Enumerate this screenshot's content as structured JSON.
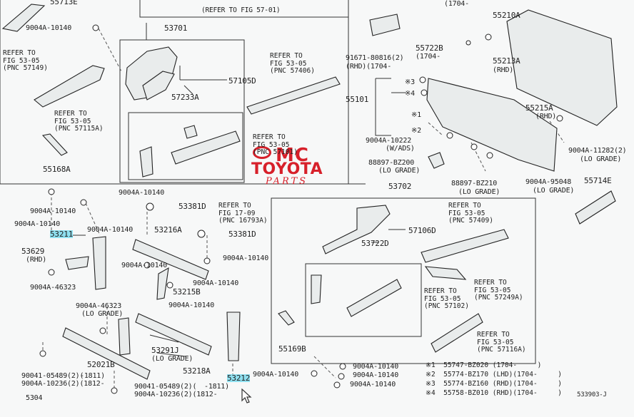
{
  "header": {
    "refer_top": "(REFER TO FIG 57-01)",
    "top_left_part": "55713E",
    "top_right_part": "(1704-"
  },
  "logo": {
    "line1": "MC",
    "line2": "TOYOTA",
    "line3": "PARTS"
  },
  "labels": {
    "p9004a_top": "9004A-10140",
    "p53701": "53701",
    "p57105d": "57105D",
    "p57233a": "57233A",
    "p55168a": "55168A",
    "p55210a": "55210A",
    "p55722b": "55722B",
    "p55722b_note": "(1704-",
    "p55213a": "55213A",
    "p55213a_note": "(RHD)",
    "p91671": "91671-80816(2)",
    "p91671_note": "(RHD)(1704-",
    "p55101": "55101",
    "p55215a": "55215A",
    "p55215a_note": "(RHD)",
    "p9004a_10222": "9004A-10222",
    "p9004a_10222_note": "(W/ADS)",
    "p88897_200": "88897-BZ200",
    "p88897_200_note": "(LO GRADE)",
    "p88897_210": "88897-BZ210",
    "p88897_210_note": "(LO GRADE)",
    "p9004a_95048": "9004A-95048",
    "p9004a_95048_note": "(LO GRADE)",
    "p9004a_11282": "9004A-11282(2)",
    "p9004a_11282_note": "(LO GRADE)",
    "p55714e": "55714E",
    "p53702": "53702",
    "mark3": "※3",
    "mark4": "※4",
    "mark1": "※1",
    "mark2": "※2",
    "p9004a_l1": "9004A-10140",
    "p9004a_l2": "9004A-10140",
    "p9004a_l3": "9004A-10140",
    "p9004a_l4": "9004A-10140",
    "p53381d_a": "53381D",
    "p53381d_b": "53381D",
    "p53211": "53211",
    "p53216a": "53216A",
    "p53629": "53629",
    "p53629_note": "(RHD)",
    "p9004a_46323_a": "9004A-46323",
    "p9004a_c1": "9004A-10140",
    "p9004a_c2": "9004A-10140",
    "p9004a_c3": "9004A-10140",
    "p9004a_c4": "9004A-10140",
    "p53215b": "53215B",
    "p9004a_46323_b": "9004A-46323",
    "p9004a_46323_b_note": "(LO GRADE)",
    "p53291j": "53291J",
    "p53291j_note": "(LO GRADE)",
    "p52021b": "52021B",
    "p53218a": "53218A",
    "p53212": "53212",
    "p9004a_bottom": "9004A-10140",
    "p90041_a": "90041-05489(2)(",
    "p90041_a_note": "-1811)",
    "p9004a_10236_a": "9004A-10236(2)(1812-",
    "p90041_b": "90041-05489(2)(",
    "p90041_b_note": "-1811)",
    "p9004a_10236_b": "9004A-10236(2)(1812-",
    "p5304": "5304",
    "p57106d": "57106D",
    "p53722d": "53722D",
    "p55169b": "55169B",
    "p9004a_r1": "9004A-10140",
    "p9004a_r2": "9004A-10140",
    "p9004a_r3": "9004A-10140",
    "diagram_code": "533903-J"
  },
  "refs": {
    "r1": "REFER TO\nFIG 53-05\n(PNC 57149)",
    "r2": "REFER TO\nFIG 53-05\n(PNC 57115A)",
    "r3": "REFER TO\nFIG 53-05\n(PNC 57406)",
    "r4": "REFER TO\nFIG 53-05\n(PNC 57101)",
    "r5": "REFER TO\nFIG 17-09\n(PNC 16793A)",
    "r6": "REFER TO\nFIG 53-05\n(PNC 57409)",
    "r7": "REFER TO\nFIG 53-05\n(PNC 57102)",
    "r8": "REFER TO\nFIG 53-05\n(PNC 57249A)",
    "r9": "REFER TO\nFIG 53-05\n(PNC 57116A)"
  },
  "footnotes": [
    "※1  55747-BZ020 (1704-     )",
    "※2  55774-BZ170 (LHD)(1704-     )",
    "※3  55774-BZ160 (RHD)(1704-     )",
    "※4  55758-BZ010 (RHD)(1704-     )"
  ],
  "colors": {
    "highlight": "#8fe0f0",
    "logo_red": "#d7202a",
    "ink": "#222222"
  }
}
